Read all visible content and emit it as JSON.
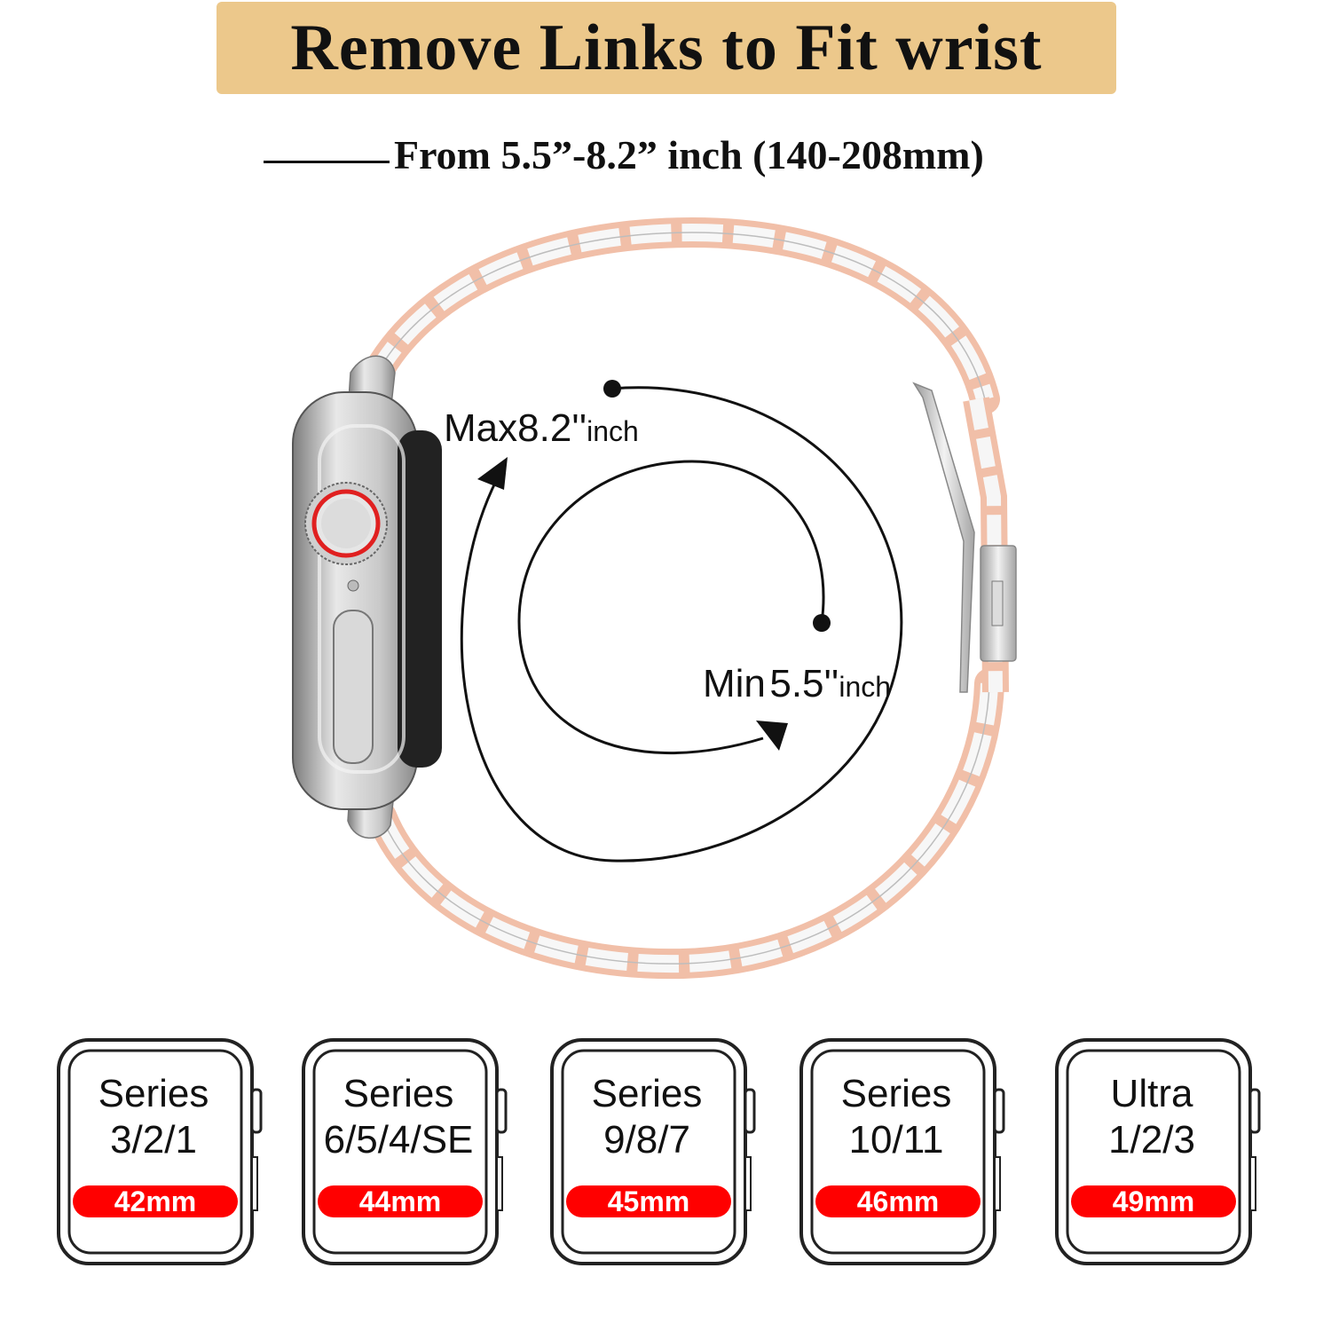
{
  "header": {
    "title": "Remove Links to Fit wrist",
    "range": "From 5.5”-8.2” inch (140-208mm)"
  },
  "diagram": {
    "max_word": "Max",
    "max_value": "8.2''",
    "max_unit": "inch",
    "min_word": "Min",
    "min_value": "5.5''",
    "min_unit": "inch"
  },
  "sizes": [
    {
      "line1": "Series",
      "line2": "3/2/1",
      "size": "42mm"
    },
    {
      "line1": "Series",
      "line2": "6/5/4/SE",
      "size": "44mm"
    },
    {
      "line1": "Series",
      "line2": "9/8/7",
      "size": "45mm"
    },
    {
      "line1": "Series",
      "line2": "10/11",
      "size": "46mm"
    },
    {
      "line1": "Ultra",
      "line2": "1/2/3",
      "size": "49mm"
    }
  ],
  "colors": {
    "banner": "#ecc88b",
    "rose_gold": "#f1bfa8",
    "silver": "#e9e9e9",
    "badge_red": "#ff0000"
  }
}
